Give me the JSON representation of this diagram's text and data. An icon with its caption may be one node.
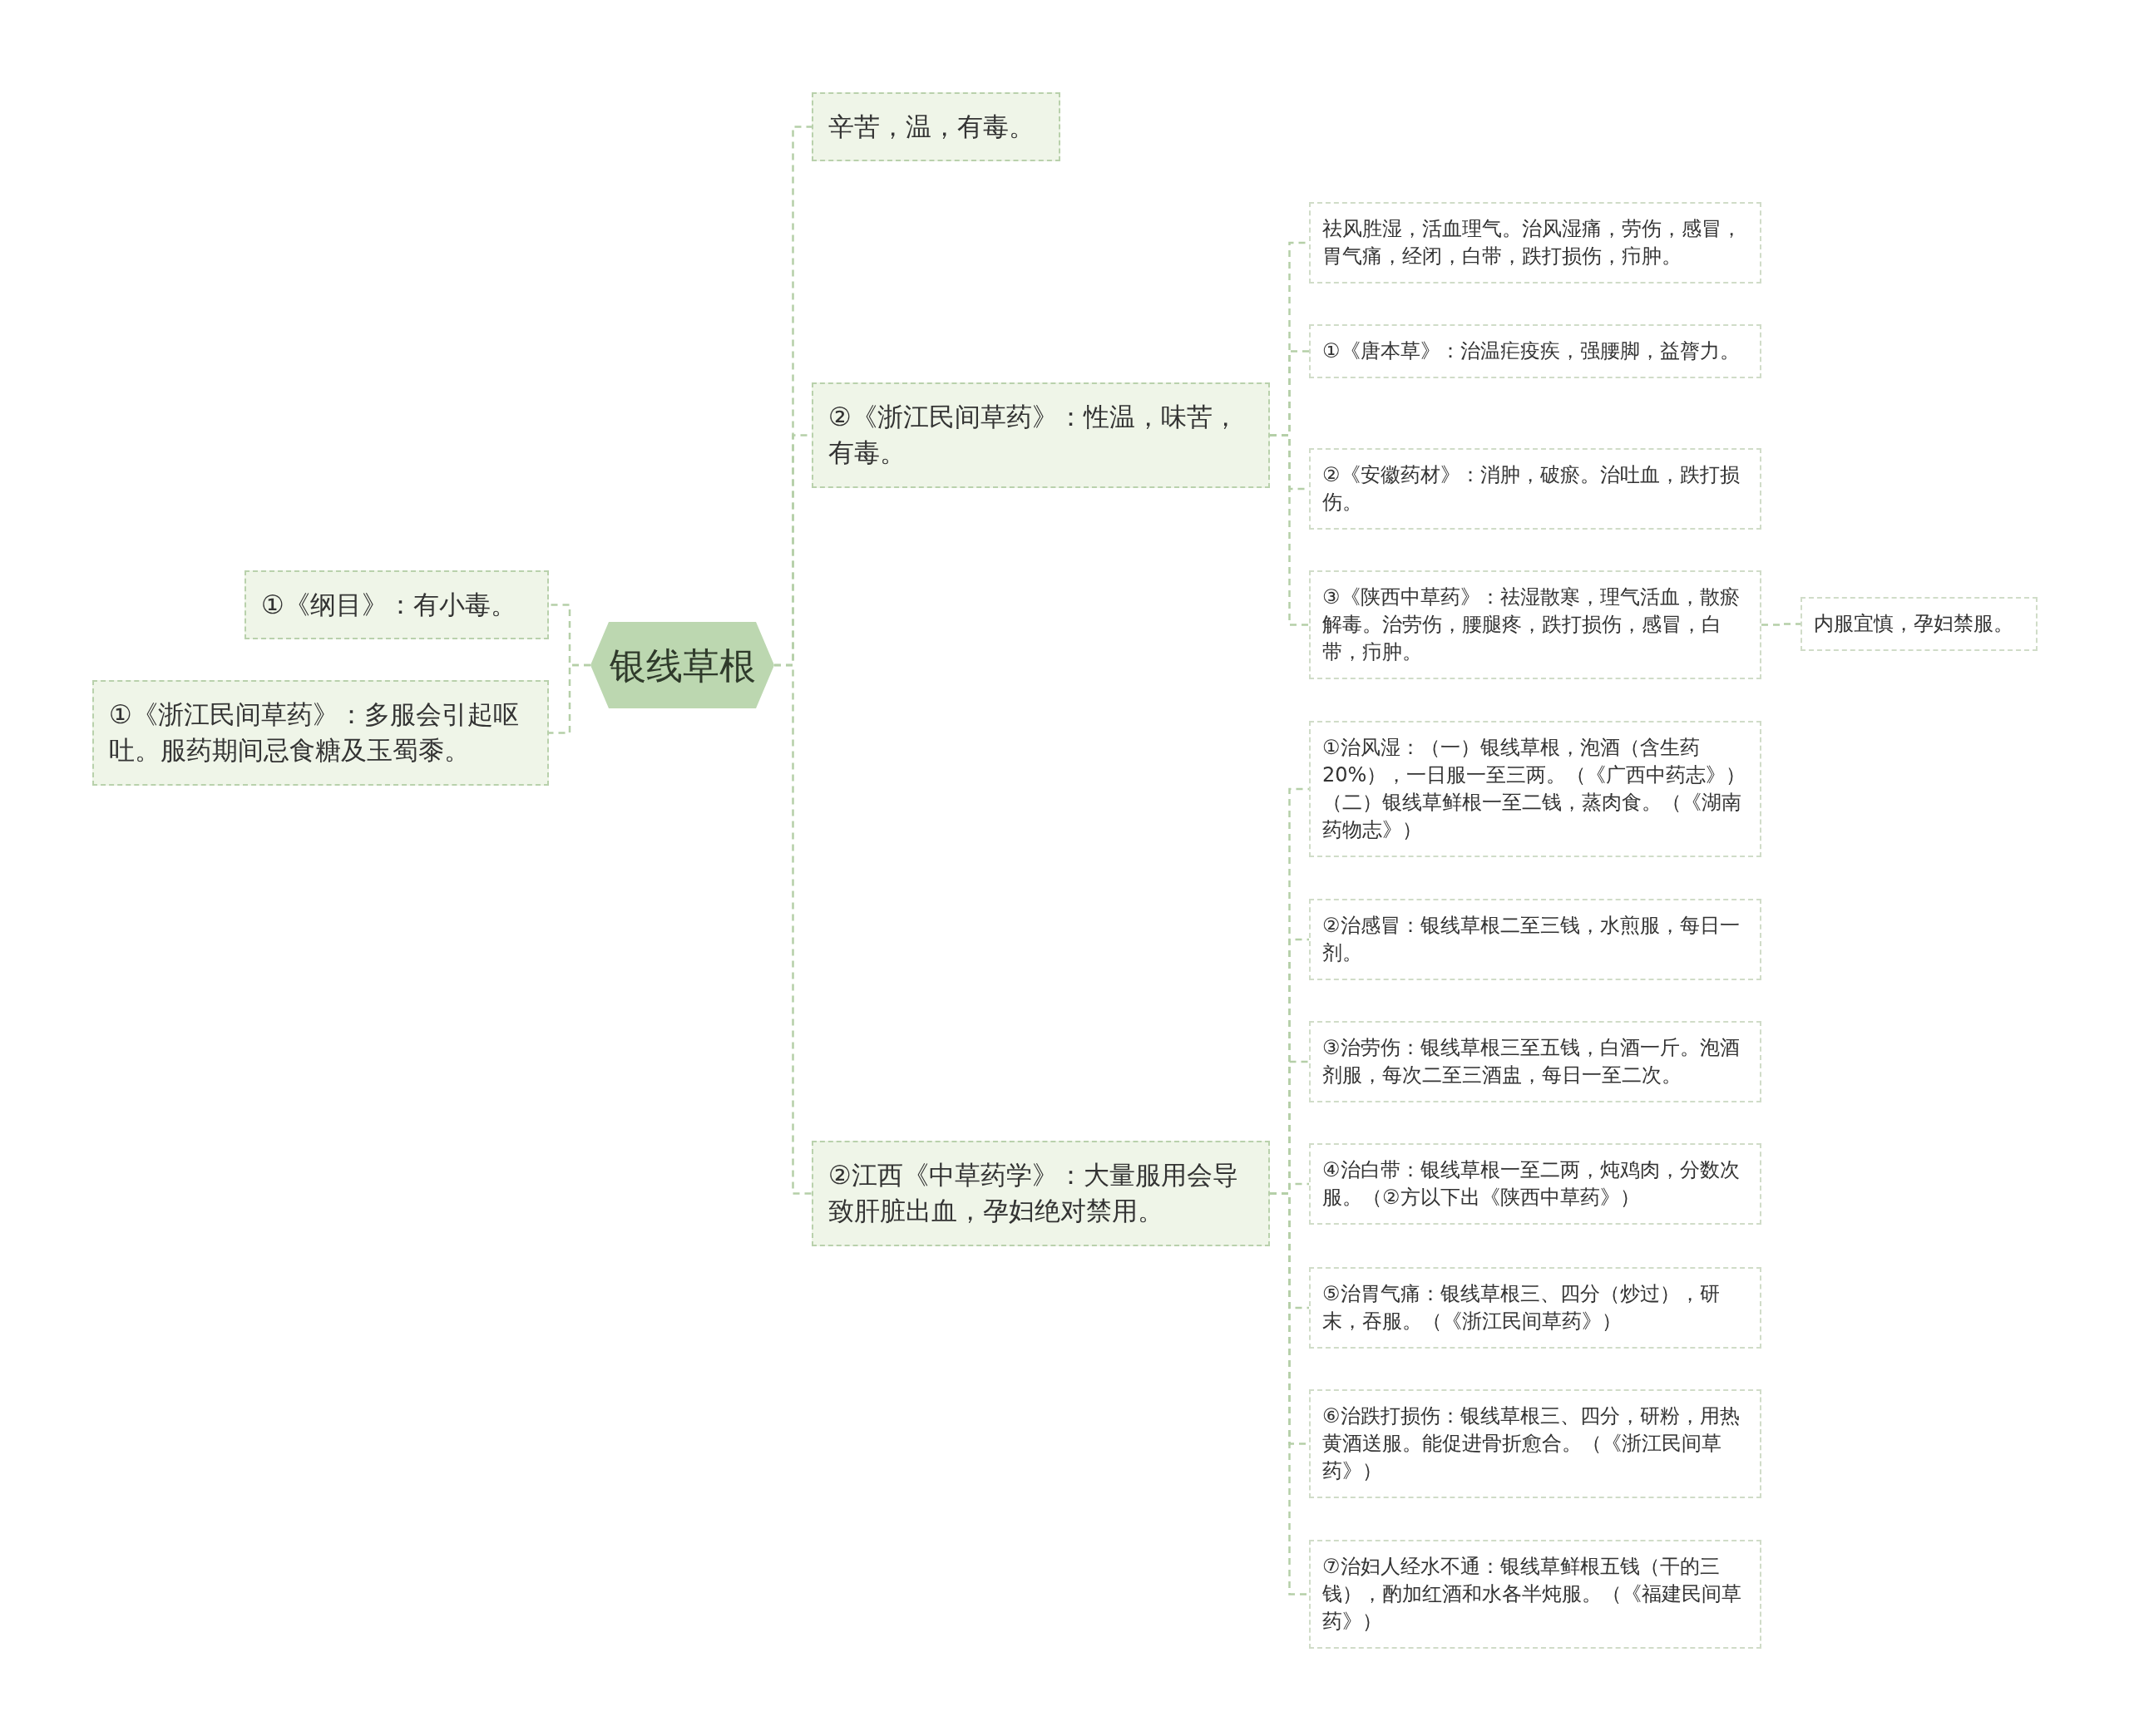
{
  "diagram": {
    "nodes": [
      {
        "text": [
          "银线草根"
        ]
      },
      {
        "text": [
          "①《纲目》：有小毒。"
        ]
      },
      {
        "text": [
          "①《浙江民间草药》：多服会引起呕吐。服药期间忌食糖及玉蜀黍。"
        ]
      },
      {
        "text": [
          "辛苦，温，有毒。"
        ]
      },
      {
        "text": [
          "②《浙江民间草药》：性温，味苦，有毒。"
        ]
      },
      {
        "text": [
          "②江西《中草药学》：大量服用会导致肝脏出血，孕妇绝对禁用。"
        ]
      },
      {
        "text": [
          "祛风胜湿，活血理气。治风湿痛，劳伤，感冒，胃气痛，经闭，白带，跌打损伤，疖肿。"
        ]
      },
      {
        "text": [
          "①《唐本草》：治温疟疫疾，强腰脚，益膂力。"
        ]
      },
      {
        "text": [
          "②《安徽药材》：消肿，破瘀。治吐血，跌打损伤。"
        ]
      },
      {
        "text": [
          "③《陕西中草药》：祛湿散寒，理气活血，散瘀解毒。治劳伤，腰腿疼，跌打损伤，感冒，白带，疖肿。"
        ]
      },
      {
        "text": [
          "内服宜慎，孕妇禁服。"
        ]
      },
      {
        "text": [
          "①治风湿：（一）银线草根，泡酒（含生药20%），一日服一至三两。（《广西中药志》）（二）银线草鲜根一至二钱，蒸肉食。（《湖南药物志》）"
        ]
      },
      {
        "text": [
          "②治感冒：银线草根二至三钱，水煎服，每日一剂。"
        ]
      },
      {
        "text": [
          "③治劳伤：银线草根三至五钱，白酒一斤。泡酒剂服，每次二至三酒盅，每日一至二次。"
        ]
      },
      {
        "text": [
          "④治白带：银线草根一至二两，炖鸡肉，分数次服。（②方以下出《陕西中草药》）"
        ]
      },
      {
        "text": [
          "⑤治胃气痛：银线草根三、四分（炒过），研末，吞服。（《浙江民间草药》）"
        ]
      },
      {
        "text": [
          "⑥治跌打损伤：银线草根三、四分，研粉，用热黄酒送服。能促进骨折愈合。（《浙江民间草药》）"
        ]
      },
      {
        "text": [
          "⑦治妇人经水不通：银线草鲜根五钱（干的三钱），酌加红酒和水各半炖服。（《福建民间草药》）"
        ]
      }
    ],
    "edges": [
      {
        "from": 0,
        "to": 1,
        "arrow": "none"
      },
      {
        "from": 0,
        "to": 2,
        "arrow": "none"
      },
      {
        "from": 0,
        "to": 3,
        "arrow": "none"
      },
      {
        "from": 0,
        "to": 4,
        "arrow": "none"
      },
      {
        "from": 0,
        "to": 5,
        "arrow": "none"
      },
      {
        "from": 4,
        "to": 6,
        "arrow": "none"
      },
      {
        "from": 4,
        "to": 7,
        "arrow": "none"
      },
      {
        "from": 4,
        "to": 8,
        "arrow": "none"
      },
      {
        "from": 4,
        "to": 9,
        "arrow": "none"
      },
      {
        "from": 9,
        "to": 10,
        "arrow": "none"
      },
      {
        "from": 5,
        "to": 11,
        "arrow": "none"
      },
      {
        "from": 5,
        "to": 12,
        "arrow": "none"
      },
      {
        "from": 5,
        "to": 13,
        "arrow": "none"
      },
      {
        "from": 5,
        "to": 14,
        "arrow": "none"
      },
      {
        "from": 5,
        "to": 15,
        "arrow": "none"
      },
      {
        "from": 5,
        "to": 16,
        "arrow": "none"
      },
      {
        "from": 5,
        "to": 17,
        "arrow": "none"
      }
    ]
  }
}
